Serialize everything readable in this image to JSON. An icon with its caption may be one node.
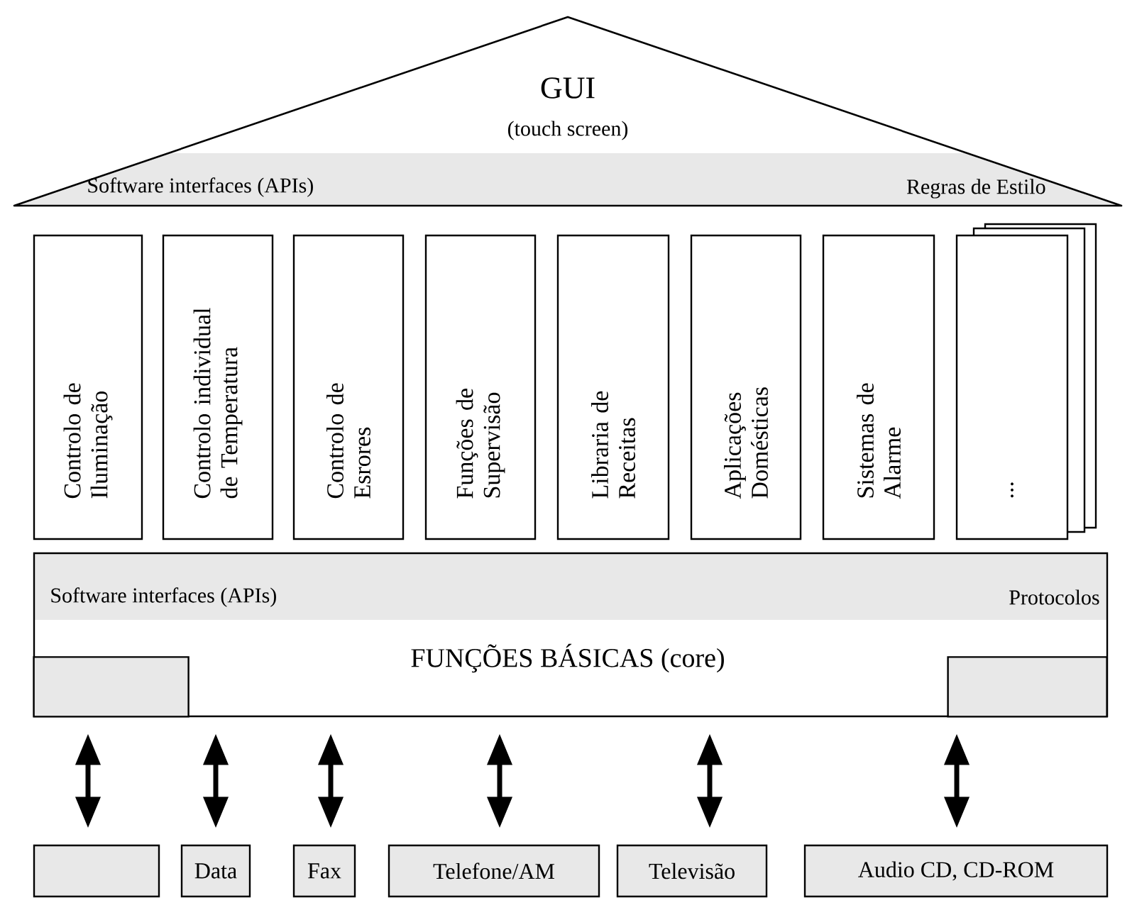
{
  "diagram": {
    "nodes": [
      {
        "text": [
          "GUI",
          "(touch screen)",
          "Software interfaces (APIs)",
          "Regras de Estilo"
        ]
      },
      {
        "text": [
          "Controlo de Iluminação"
        ]
      },
      {
        "text": [
          "Controlo individual de Temperatura"
        ]
      },
      {
        "text": [
          "Controlo de Esrores"
        ]
      },
      {
        "text": [
          "Funções de Supervisão"
        ]
      },
      {
        "text": [
          "Libraria de Receitas"
        ]
      },
      {
        "text": [
          "Aplicações Domésticas"
        ]
      },
      {
        "text": [
          "Sistemas de Alarme"
        ]
      },
      {
        "text": [
          "..."
        ]
      },
      {
        "text": [
          "Software interfaces (APIs)",
          "Protocolos",
          "FUNÇÕES BÁSICAS (core)"
        ]
      },
      {
        "text": [],
        "shape": "box",
        "in": 9
      },
      {
        "text": [],
        "shape": "box",
        "in": 9
      },
      {
        "text": [],
        "shape": "box"
      },
      {
        "text": [
          "Data"
        ]
      },
      {
        "text": [
          "Fax"
        ]
      },
      {
        "text": [
          "Telefone/AM"
        ]
      },
      {
        "text": [
          "Televisão"
        ]
      },
      {
        "text": [
          "Audio CD, CD-ROM"
        ]
      }
    ],
    "edges": [
      {
        "from": 9,
        "to": 12,
        "arrow": "both"
      },
      {
        "from": 9,
        "to": 13,
        "arrow": "both"
      },
      {
        "from": 9,
        "to": 14,
        "arrow": "both"
      },
      {
        "from": 9,
        "to": 15,
        "arrow": "both"
      },
      {
        "from": 9,
        "to": 16,
        "arrow": "both"
      },
      {
        "from": 9,
        "to": 17,
        "arrow": "both"
      }
    ]
  }
}
